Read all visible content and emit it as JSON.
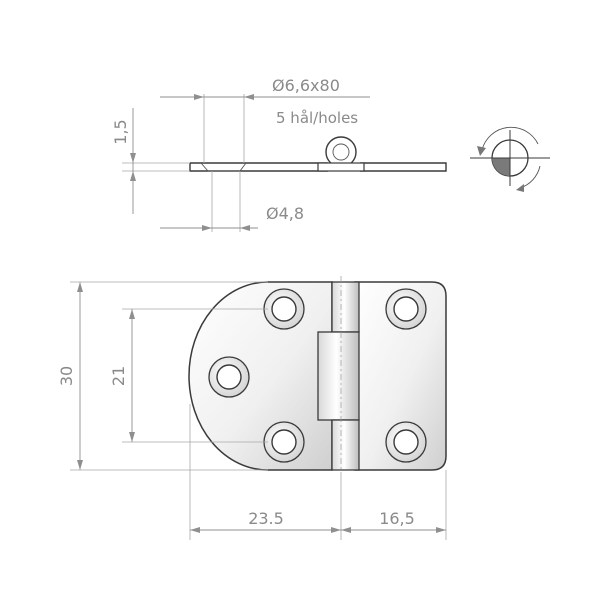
{
  "dimensions": {
    "hole_spec": "Ø6,6x80",
    "hole_count": "5 hål/holes",
    "thickness": "1,5",
    "pin_diameter": "Ø4,8",
    "total_height": "30",
    "hole_spacing": "21",
    "left_width": "23.5",
    "right_width": "16,5"
  },
  "colors": {
    "line": "#3a3a3a",
    "dimension": "#8f8f8f",
    "symbol_fill": "#7a7a7a"
  }
}
